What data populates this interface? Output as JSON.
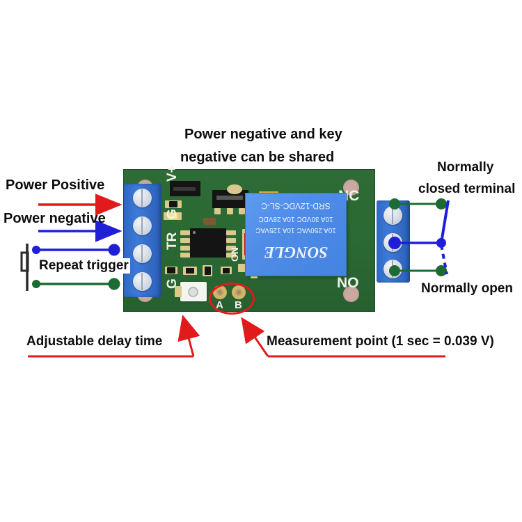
{
  "title_note": {
    "line1": "Power negative and key",
    "line2": "negative can be shared"
  },
  "left_labels": {
    "power_positive": "Power Positive",
    "power_negative": "Power negative",
    "repeat_trigger": "Repeat trigger"
  },
  "right_labels": {
    "nc_line1": "Normally",
    "nc_line2": "closed terminal",
    "no": "Normally open"
  },
  "bottom_labels": {
    "adjustable": "Adjustable delay time",
    "measurement": "Measurement point (1 sec = 0.039 V)"
  },
  "pcb_silkscreen": {
    "in_terminals": [
      "V+",
      "G",
      "TR",
      "G"
    ],
    "out_nc": "NC",
    "out_no": "NO",
    "led_on": "ON",
    "testpoint_a": "A",
    "testpoint_b": "B"
  },
  "relay": {
    "part_number": "SRD-12VDC-SL-C",
    "rating_dc": "10A   30VDC 10A 28VDC",
    "rating_ac": "10A 250VAC 10A 125VAC",
    "brand": "SONGLE"
  },
  "colors": {
    "red_arrow": "#e11b1b",
    "blue_arrow": "#1f1fd8",
    "green_wire": "#1d6b34",
    "pcb_green": "#2e6b36",
    "terminal_blue": "#2f68c4",
    "relay_blue": "#4e8ce8",
    "highlight_circle": "#e11b1b"
  }
}
